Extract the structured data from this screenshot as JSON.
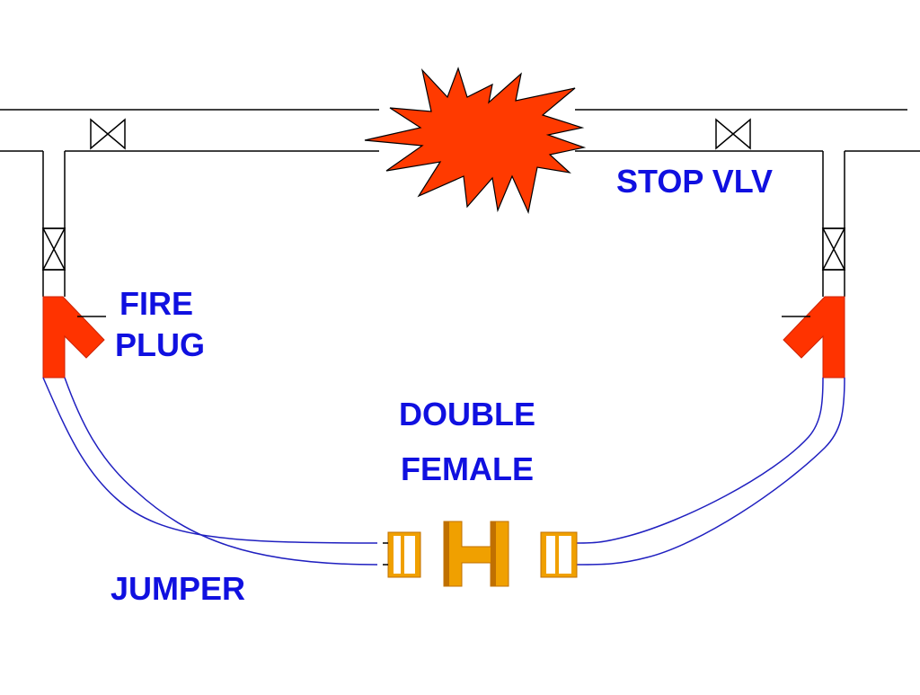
{
  "labels": {
    "stop_valve": "STOP VLV",
    "fire_plug_line1": "FIRE",
    "fire_plug_line2": "PLUG",
    "double_female_line1": "DOUBLE",
    "double_female_line2": "FEMALE",
    "jumper": "JUMPER"
  },
  "colors": {
    "label_text": "#1010e0",
    "pipe_line": "#000000",
    "hose_line": "#2020c0",
    "fire_plug": "#ff3300",
    "burst_fill": "#ff3a00",
    "coupling_fill": "#f0a000",
    "coupling_shade": "#c07000"
  },
  "icons": {
    "burst": "explosion-burst-icon",
    "valve": "gate-valve-icon"
  }
}
